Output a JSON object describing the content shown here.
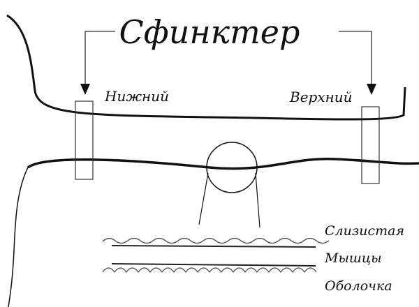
{
  "title": "Сфинктер",
  "labels": {
    "lower": "Нижний",
    "upper": "Верхний"
  },
  "legend": [
    "Слизистая",
    "Мышцы",
    "Оболочка"
  ]
}
